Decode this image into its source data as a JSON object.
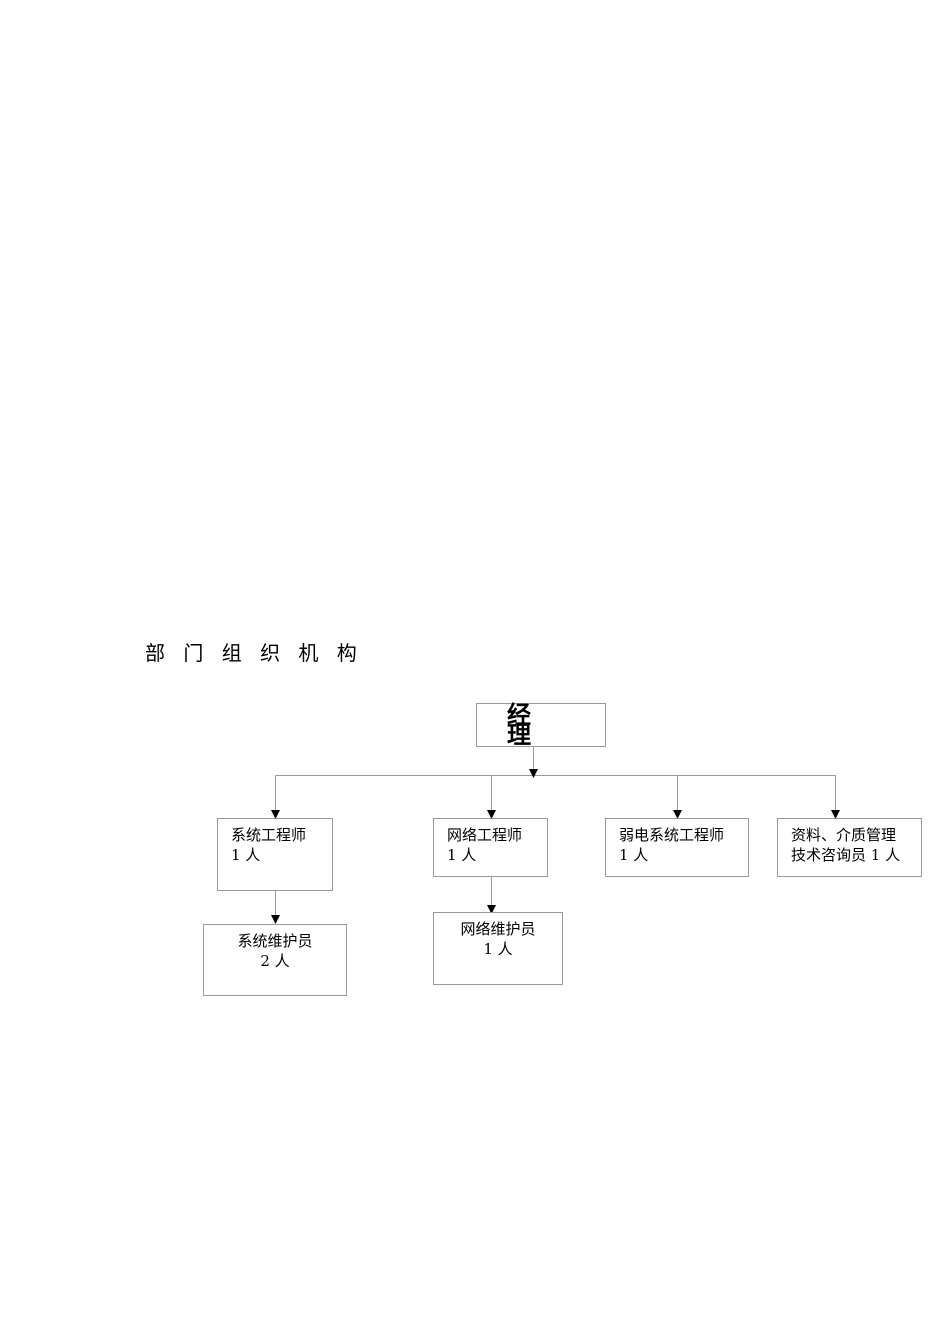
{
  "heading": "部 门 组 织 机 构",
  "manager": {
    "label": "经理"
  },
  "roles": [
    {
      "title": "系统工程师",
      "count": "1 人"
    },
    {
      "title": "网络工程师",
      "count": "1 人"
    },
    {
      "title": "弱电系统工程师",
      "count": "1 人"
    },
    {
      "title": "资料、介质管理",
      "count": "技术咨询员 1 人"
    }
  ],
  "sub_roles": [
    {
      "title": "系统维护员",
      "count": "2 人"
    },
    {
      "title": "网络维护员",
      "count": "1 人"
    }
  ],
  "colors": {
    "box_border": "#9a9a9a",
    "connector": "#9a9a9a",
    "arrow": "#000000"
  }
}
